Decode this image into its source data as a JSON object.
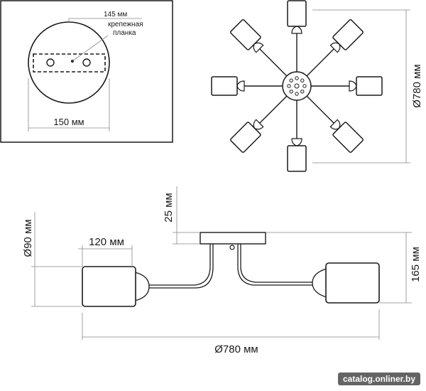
{
  "mount_detail": {
    "label_top": "145 мм",
    "label_plate_line1": "крепежная",
    "label_plate_line2": "планка",
    "label_width": "150 мм"
  },
  "top_view": {
    "label_diameter": "Ø780 мм"
  },
  "side_view": {
    "label_height": "25 мм",
    "label_shade_diameter": "Ø90 мм",
    "label_shade_length": "120 мм",
    "label_total_height": "165 мм",
    "label_diameter": "Ø780 мм"
  },
  "watermark": "catalog.onliner.by",
  "colors": {
    "line": "#1a1a1a",
    "dim_line": "#888888",
    "watermark_bg": "#4a4a4a"
  }
}
